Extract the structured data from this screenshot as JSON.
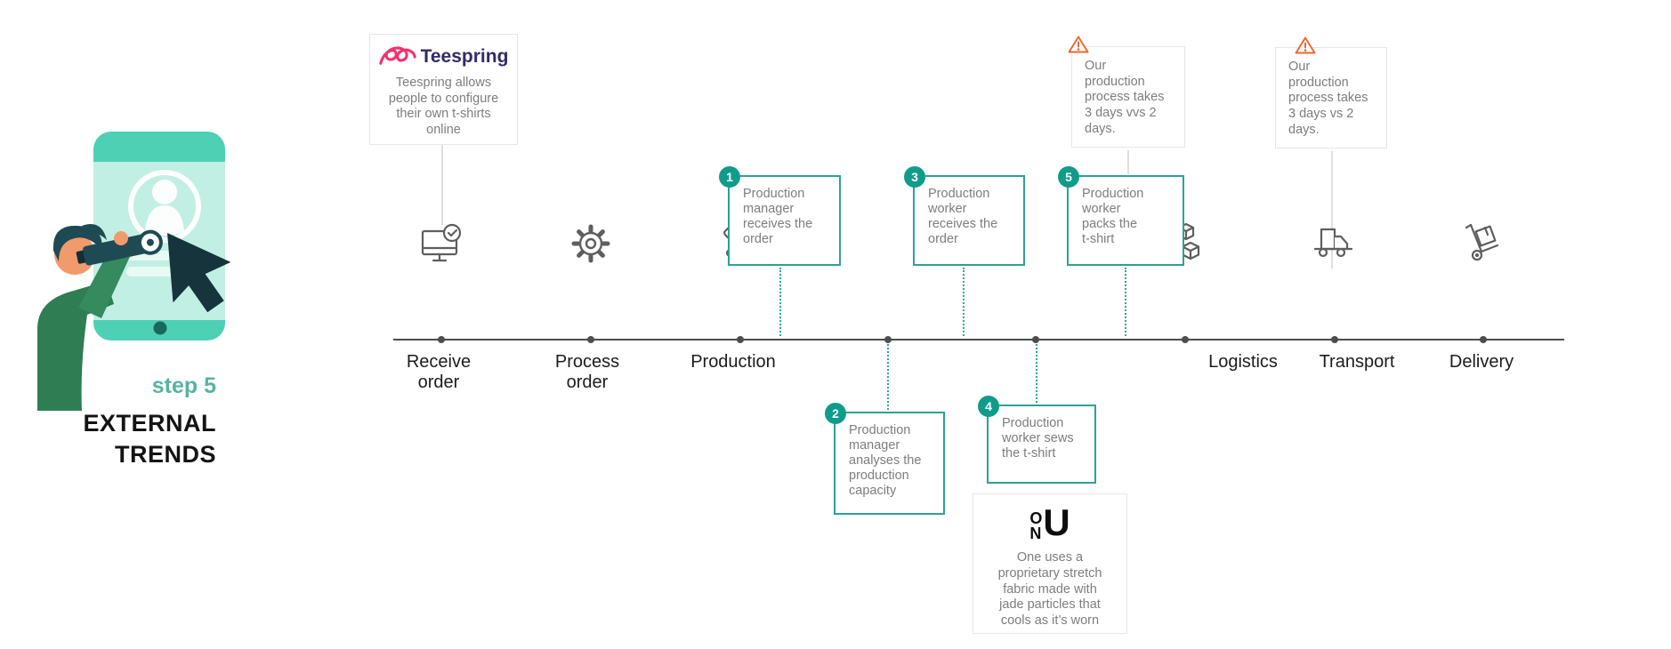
{
  "intro": {
    "step_label": "step 5",
    "title": "EXTERNAL\nTRENDS"
  },
  "teespring_card": {
    "brand": "Teespring",
    "description": "Teespring allows\npeople to configure\ntheir own t-shirts\nonline"
  },
  "onu_card": {
    "logo_o": "O",
    "logo_n": "N",
    "logo_u": "U",
    "description": "One uses a\nproprietary stretch\nfabric made with\njade particles that\ncools as it’s worn"
  },
  "warning_cards": [
    {
      "text": "Our\nproduction\nprocess takes\n3 days vvs 2\ndays."
    },
    {
      "text": "Our\nproduction\nprocess takes\n3 days vs 2\ndays."
    }
  ],
  "process_steps": [
    {
      "number": "1",
      "text": "Production\nmanager\nreceives the\norder"
    },
    {
      "number": "2",
      "text": "Production\nmanager\nanalyses the\nproduction\ncapacity"
    },
    {
      "number": "3",
      "text": "Production\nworker\nreceives the\norder"
    },
    {
      "number": "4",
      "text": "Production\nworker sews\nthe t-shirt"
    },
    {
      "number": "5",
      "text": "Production\nworker\npacks the\nt-shirt"
    }
  ],
  "timeline": {
    "stages": [
      {
        "label": "Receive\norder",
        "icon": "monitor-check-icon"
      },
      {
        "label": "Process\norder",
        "icon": "gear-icon"
      },
      {
        "label": "Production",
        "icon": "tools-icon"
      },
      {
        "label": "Logistics",
        "icon": "cubes-icon"
      },
      {
        "label": "Transport",
        "icon": "truck-icon"
      },
      {
        "label": "Delivery",
        "icon": "hand-truck-icon"
      }
    ]
  },
  "colors": {
    "teal": "#0f9c8a",
    "teal_border": "#2ca392",
    "dotted_teal": "#2aab97",
    "step_label_teal": "#57b3a2",
    "warning_orange": "#ea6a30",
    "timeline_gray": "#4d4d4d",
    "card_border_gray": "#e6e6e6",
    "body_text_gray": "#7d7d7d",
    "label_dark": "#1c1c1c",
    "teespring_pink": "#f0326e",
    "teespring_navy": "#322a69",
    "tablet_teal": "#4ed0b5"
  }
}
